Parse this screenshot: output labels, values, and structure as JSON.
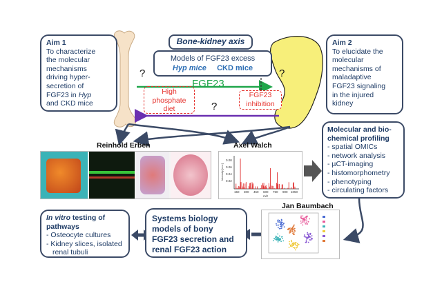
{
  "aim1": {
    "title": "Aim 1",
    "line1": "To characterize",
    "line2": "the molecular",
    "line3": "mechanisms",
    "line4": "driving hyper-",
    "line5": "secretion of",
    "line6": "FGF23 in ",
    "line6_ital": "Hyp",
    "line7": "and CKD mice"
  },
  "aim2": {
    "title": "Aim 2",
    "line1": "To elucidate the",
    "line2": "molecular",
    "line3": "mechanisms of",
    "line4": "maladaptive",
    "line5": "FGF23 signaling",
    "line6": "in the injured",
    "line7": "kidney"
  },
  "axis": {
    "title": "Bone-kidney axis"
  },
  "models": {
    "title": "Models of FGF23 excess",
    "hyp": "Hyp mice",
    "ckd": "CKD mice"
  },
  "fgf23_label": "FGF23",
  "question_marks": [
    "?",
    "?",
    "?"
  ],
  "high_phosphate": {
    "line1": "High",
    "line2": "phosphate",
    "line3": "diet"
  },
  "inhibition": {
    "line1": "FGF23",
    "line2": "inhibition"
  },
  "people": {
    "erben": "Reinhold Erben",
    "walch": "Axel Walch",
    "baumbach": "Jan Baumbach"
  },
  "profiling": {
    "title1": "Molecular and bio-",
    "title2": "chemical profiling",
    "items": [
      "spatial OMICs",
      "network analysis",
      "µCT-imaging",
      "histomorphometry",
      "phenotyping",
      "circulating factors"
    ]
  },
  "systems": {
    "line1": "Systems biology",
    "line2": "models of bony",
    "line3": "FGF23 secretion and",
    "line4": "renal FGF23 action"
  },
  "invitro": {
    "title_ital": "In vitro",
    "title_rest": " testing of",
    "title2": "pathways",
    "items": [
      "Osteocyte cultures",
      "Kidney slices, isolated",
      "renal tubuli"
    ]
  },
  "spectrum": {
    "ylabel": "Intensity [a.u.]",
    "xlabel": "m/z",
    "yticks": [
      "0.08",
      "0.06",
      "0.04",
      "0.02"
    ],
    "xticks": [
      "150",
      "300",
      "450",
      "600",
      "750",
      "900",
      "1050"
    ]
  },
  "colors": {
    "arrow_green": "#1fa64a",
    "arrow_purple": "#6a2fb0",
    "kidney": "#f7ef7a",
    "red_text": "#e5322d",
    "blue_text": "#2e6fb5"
  }
}
